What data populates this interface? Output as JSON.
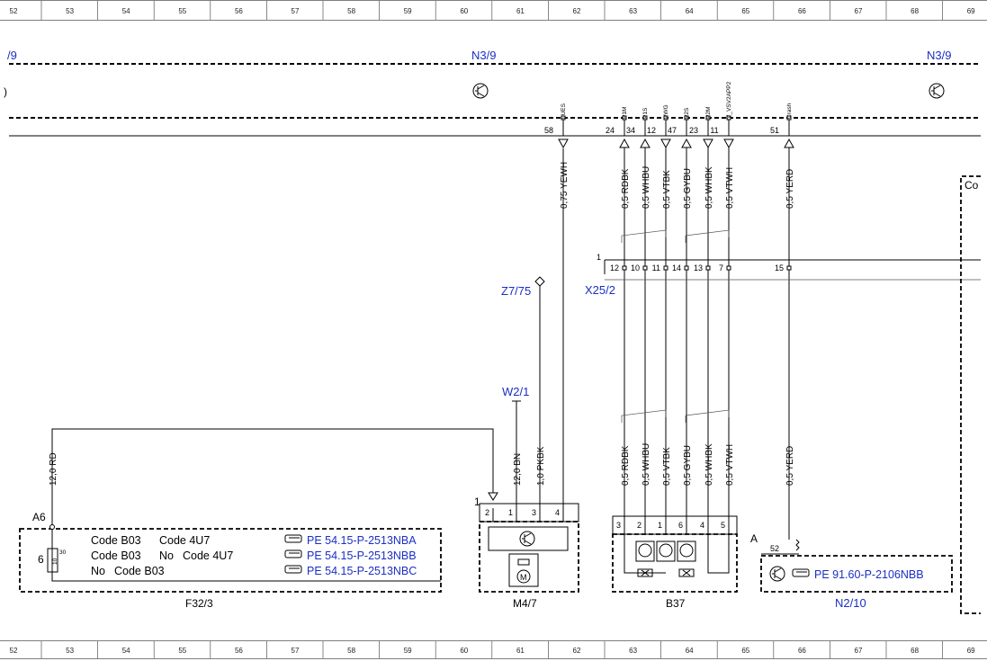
{
  "ruler": [
    "52",
    "53",
    "54",
    "55",
    "56",
    "57",
    "58",
    "59",
    "60",
    "61",
    "62",
    "63",
    "64",
    "65",
    "66",
    "67",
    "68",
    "69"
  ],
  "components": {
    "n3_9_left": "/9",
    "n3_9_mid": "N3/9",
    "n3_9_right": "N3/9",
    "z7_75": "Z7/75",
    "x25_2": "X25/2",
    "w2_1": "W2/1",
    "f32_3": "F32/3",
    "m4_7": "M4/7",
    "b37": "B37",
    "n2_10": "N2/10",
    "right_box_partial": "Co"
  },
  "connector_labels": {
    "a6": "A6",
    "a": "A",
    "one_top": "1",
    "one_m47": "1",
    "fuse_num": "6",
    "fuse_val": "10",
    "fuse_30": "30",
    "pin52": "52"
  },
  "signals": [
    {
      "name": "LUES",
      "pin": "58",
      "wire": "0,75 YEWH"
    },
    {
      "name": "P1M",
      "pin": "24",
      "wire": "0,5 RDBK"
    },
    {
      "name": "P1S",
      "pin": "34",
      "wire": "0,5 WHBU"
    },
    {
      "name": "PWG",
      "pin": "12",
      "wire": "0,5 VTBK"
    },
    {
      "name": "P2S",
      "pin": "47",
      "wire": "0,5 GYBU"
    },
    {
      "name": "P2M",
      "pin": "23",
      "wire": "0,5 WHBK"
    },
    {
      "name": "V_VSV2APP2",
      "pin": "11",
      "wire": "0,5 VTWH"
    },
    {
      "name": "Crash",
      "pin": "51",
      "wire": "0,5 YERD"
    }
  ],
  "x25_pins": [
    "12",
    "10",
    "11",
    "14",
    "13",
    "7",
    "15"
  ],
  "lower_wires": {
    "rd": "12,0 RD",
    "bn": "12,0 BN",
    "pkbk": "1,0 PKBK",
    "rdbk": "0,5 RDBK",
    "whbu": "0,5 WHBU",
    "vtbk": "0,5 VTBK",
    "gybu": "0,5 GYBU",
    "whbk": "0,5 WHBK",
    "vtwh": "0,5 VTWH",
    "yerd": "0,5 YERD"
  },
  "m47_pins": [
    "2",
    "1",
    "3",
    "4"
  ],
  "b37_pins": [
    "3",
    "2",
    "1",
    "6",
    "4",
    "5"
  ],
  "f32_codes": {
    "row1_a": "Code B03",
    "row1_b": "Code 4U7",
    "row2_a": "Code B03",
    "row2_b": "No",
    "row2_c": "Code 4U7",
    "row3_a": "No",
    "row3_b": "Code B03"
  },
  "pe_refs": {
    "nba": "PE 54.15-P-2513NBA",
    "nbb": "PE 54.15-P-2513NBB",
    "nbc": "PE 54.15-P-2513NBC",
    "n2": "PE 91.60-P-2106NBB"
  },
  "icons": {
    "transistor": "transistor-icon",
    "hand": "pointing-hand-icon",
    "motor": "motor-icon",
    "fuse": "fuse-icon"
  }
}
